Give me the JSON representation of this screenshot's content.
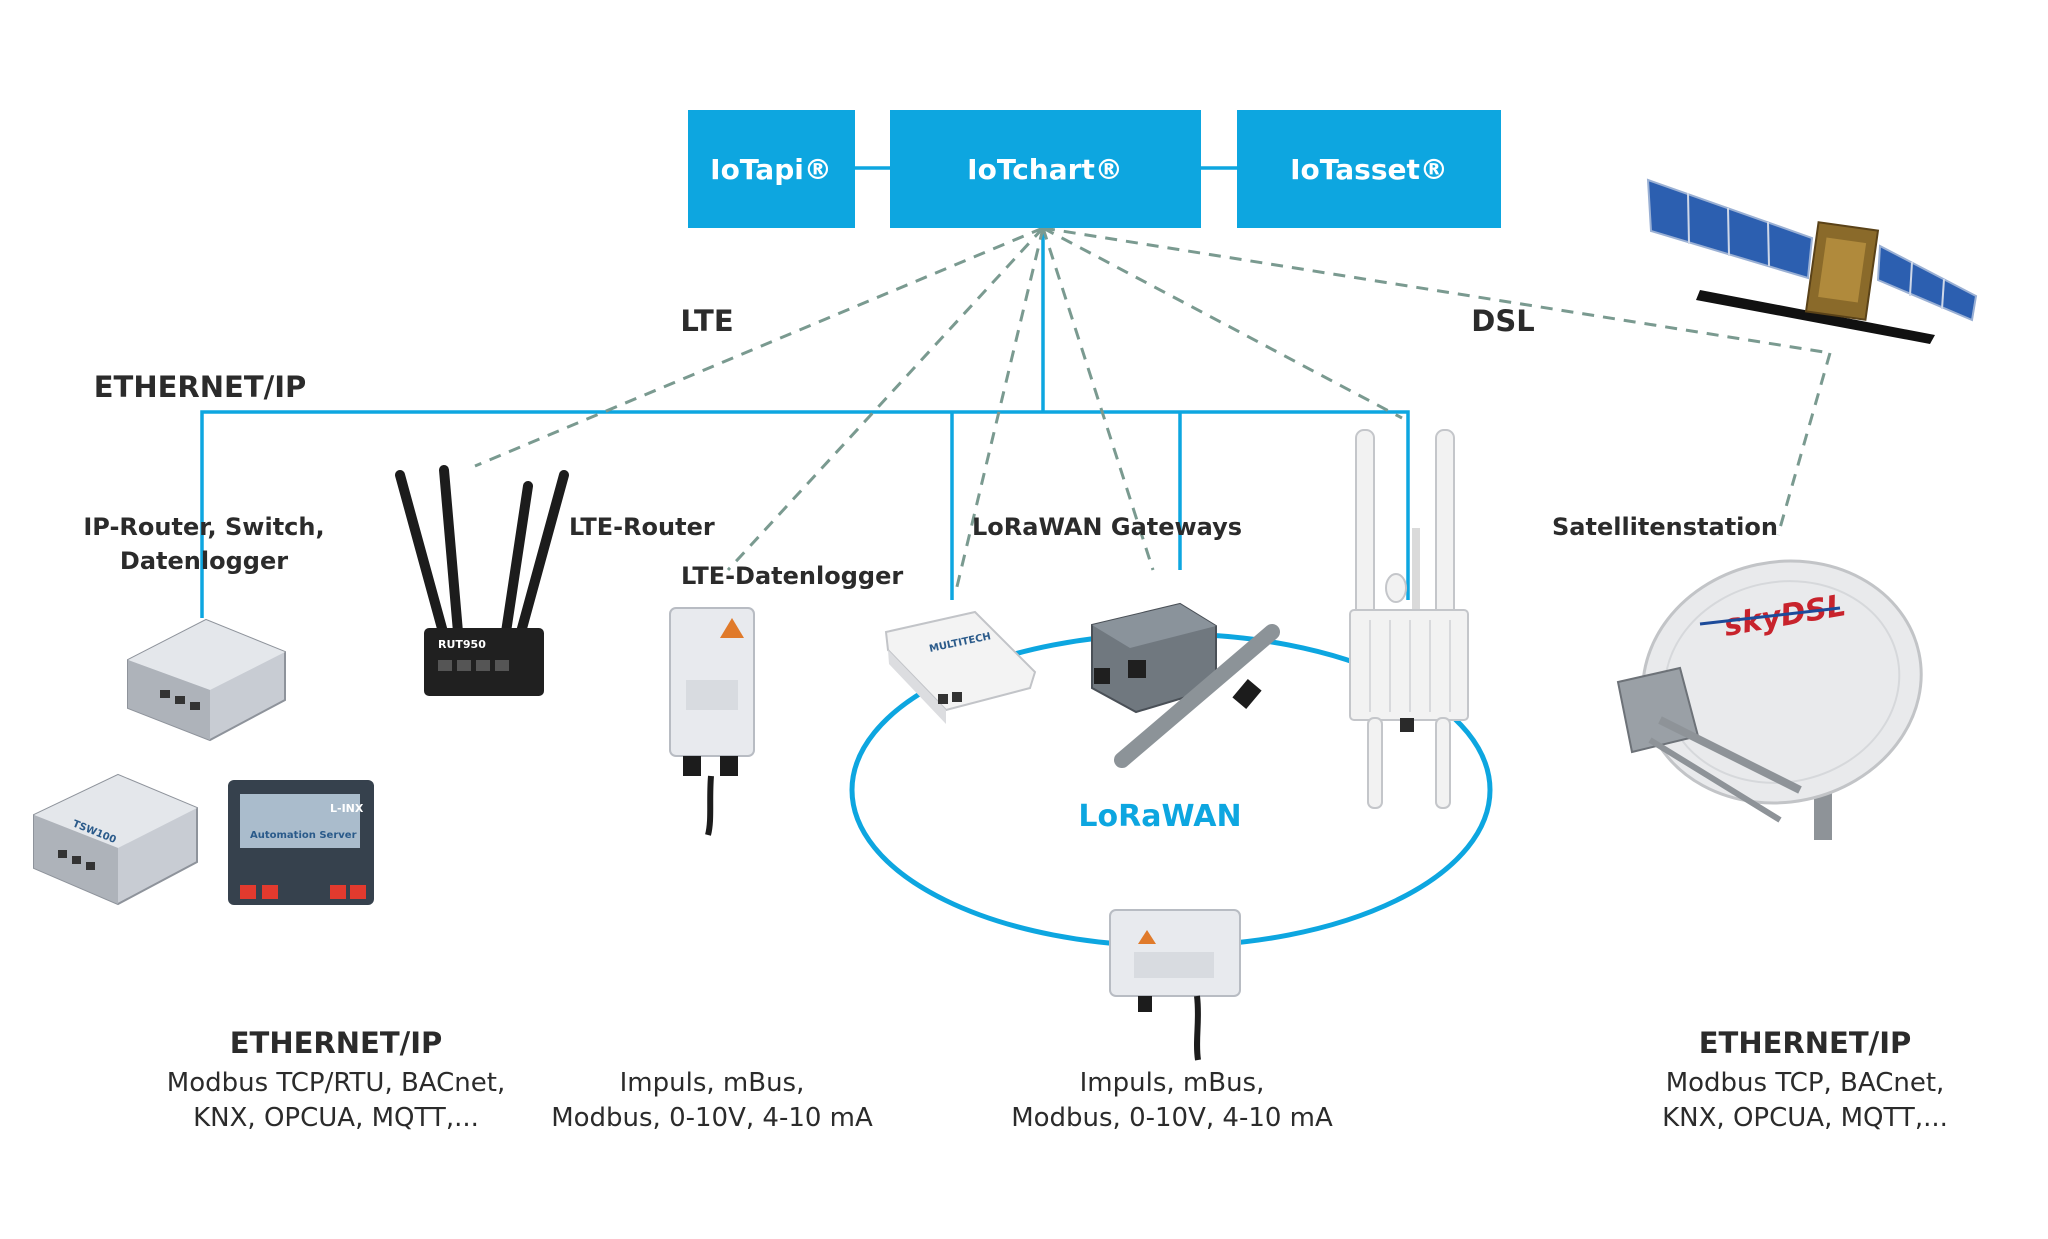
{
  "platform": {
    "iotapi": "IoTapi®",
    "iotchart": "IoTchart®",
    "iotasset": "IoTasset®",
    "box_color": "#0da6e0"
  },
  "links": {
    "lte": "LTE",
    "dsl": "DSL",
    "ethernet_ip": "ETHERNET/IP",
    "line_color": "#0da6e0",
    "dashed_color": "#7a9a90"
  },
  "devices": {
    "ip_router_line1": "IP-Router, Switch,",
    "ip_router_line2": "Datenlogger",
    "lte_router": "LTE-Router",
    "lte_datenlogger": "LTE-Datenlogger",
    "lorawan_gateways": "LoRaWAN Gateways",
    "satellitenstation": "Satellitenstation",
    "lorawan": "LoRaWAN",
    "router_model": "RUT950",
    "switch_model": "TSW100",
    "linx_label": "L-INX",
    "linx_sub": "Automation Server",
    "multitech": "MULTITECH",
    "dish_brand": "skyDSL"
  },
  "footer": {
    "left_title": "ETHERNET/IP",
    "left_line1": "Modbus TCP/RTU, BACnet,",
    "left_line2": "KNX, OPCUA, MQTT,...",
    "mid_line1": "Impuls, mBus,",
    "mid_line2": "Modbus, 0-10V, 4-10 mA",
    "center_line1": "Impuls, mBus,",
    "center_line2": "Modbus, 0-10V, 4-10 mA",
    "right_title": "ETHERNET/IP",
    "right_line1": "Modbus TCP, BACnet,",
    "right_line2": "KNX, OPCUA, MQTT,..."
  }
}
